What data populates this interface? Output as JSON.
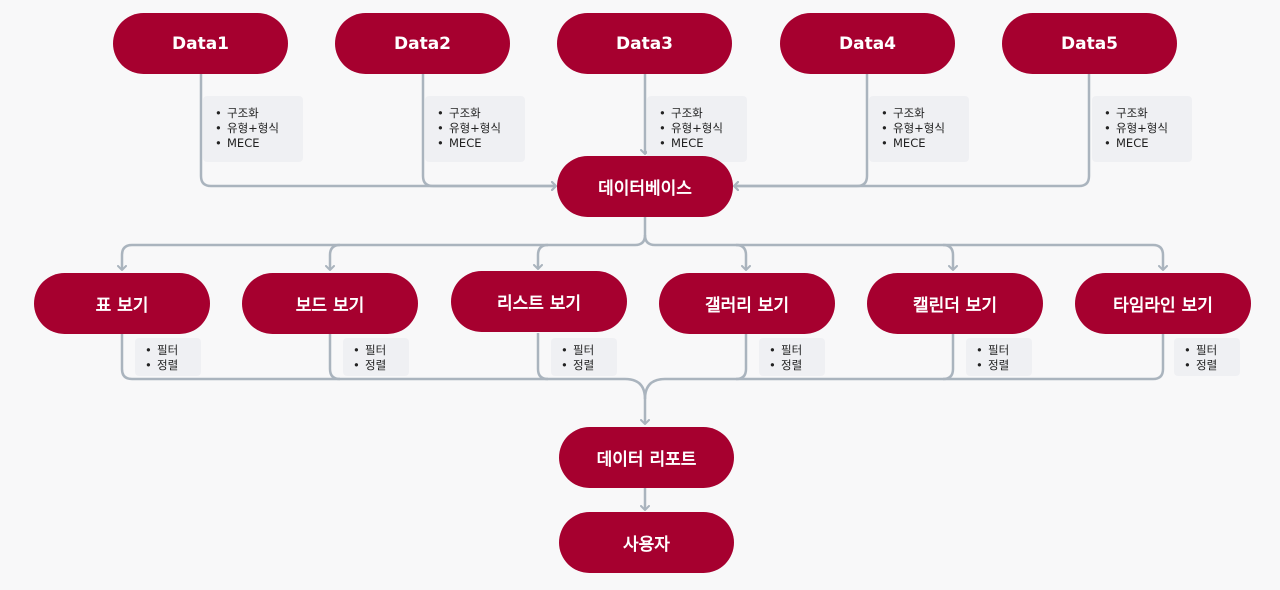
{
  "sources": [
    {
      "label": "Data1",
      "notes": [
        "구조화",
        "유형+형식",
        "MECE"
      ]
    },
    {
      "label": "Data2",
      "notes": [
        "구조화",
        "유형+형식",
        "MECE"
      ]
    },
    {
      "label": "Data3",
      "notes": [
        "구조화",
        "유형+형식",
        "MECE"
      ]
    },
    {
      "label": "Data4",
      "notes": [
        "구조화",
        "유형+형식",
        "MECE"
      ]
    },
    {
      "label": "Data5",
      "notes": [
        "구조화",
        "유형+형식",
        "MECE"
      ]
    }
  ],
  "database": {
    "label": "데이터베이스"
  },
  "views": [
    {
      "label": "표 보기",
      "notes": [
        "필터",
        "정렬"
      ]
    },
    {
      "label": "보드 보기",
      "notes": [
        "필터",
        "정렬"
      ]
    },
    {
      "label": "리스트 보기",
      "notes": [
        "필터",
        "정렬"
      ]
    },
    {
      "label": "갤러리 보기",
      "notes": [
        "필터",
        "정렬"
      ]
    },
    {
      "label": "캘린더 보기",
      "notes": [
        "필터",
        "정렬"
      ]
    },
    {
      "label": "타임라인 보기",
      "notes": [
        "필터",
        "정렬"
      ]
    }
  ],
  "report": {
    "label": "데이터 리포트"
  },
  "user": {
    "label": "사용자"
  },
  "colors": {
    "node": "#a6002f",
    "connector": "#aab4be",
    "note_bg": "#eff0f3",
    "background": "#f8f8f9"
  }
}
